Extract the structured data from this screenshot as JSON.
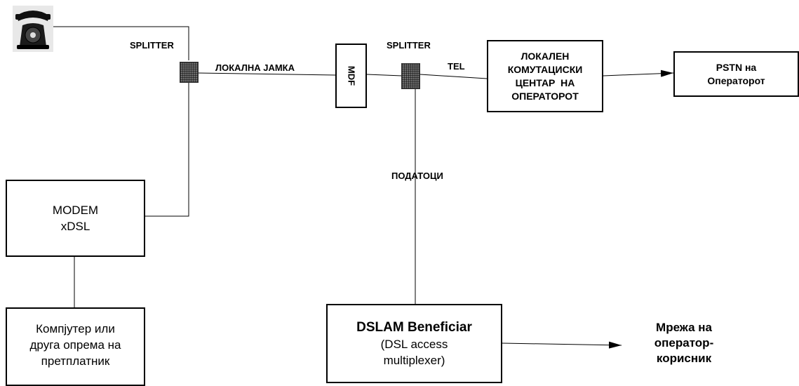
{
  "labels": {
    "splitter_left": "SPLITTER",
    "splitter_right": "SPLITTER",
    "local_loop": "ЛОКАЛНА ЈАМКА",
    "mdf": "MDF",
    "tel": "TEL",
    "data": "ПОДАТОЦИ"
  },
  "boxes": {
    "exchange": [
      "ЛОКАЛЕН",
      "КОМУТАЦИСКИ",
      "ЦЕНТАР  НА",
      "ОПЕРАТОРОТ"
    ],
    "pstn": [
      "PSTN на",
      "Операторот"
    ],
    "modem": [
      "MODEM",
      "xDSL"
    ],
    "computer": [
      "Компјутер или",
      "друга опрема на",
      "претплатник"
    ],
    "dslam_title": "DSLAM Beneficiar",
    "dslam_sub": [
      "(DSL access",
      "multiplexer)"
    ]
  },
  "network": [
    "Мрежа на",
    "оператор-",
    "корисник"
  ],
  "icons": {
    "phone": "telephone-icon"
  }
}
